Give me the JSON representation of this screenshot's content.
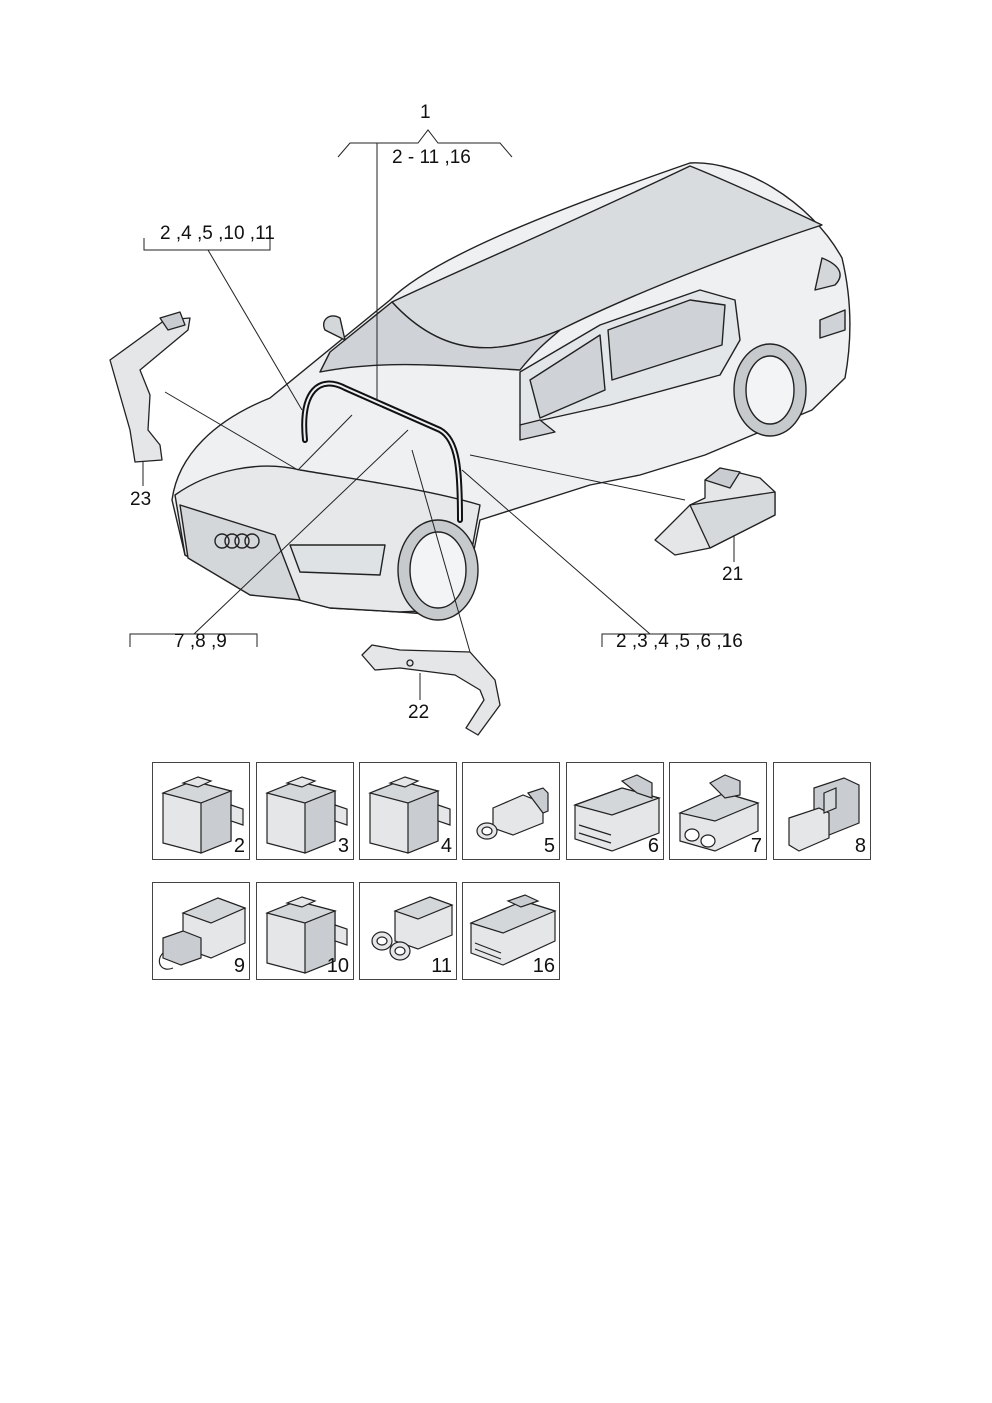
{
  "callouts": {
    "c1": "1",
    "c1_range": "2 - 11  ,16",
    "c_left": "2 ,4  ,5 ,10 ,11",
    "c23": "23",
    "c_789": "7 ,8 ,9",
    "c22": "22",
    "c21": "21",
    "c_right": "2 ,3 ,4  ,5 ,6 ,16"
  },
  "thumbnails": [
    "2",
    "3",
    "4",
    "5",
    "6",
    "7",
    "8",
    "9",
    "10",
    "11",
    "16"
  ],
  "colors": {
    "line": "#1a1a1a",
    "part_fill": "#e4e6e8",
    "part_shade": "#c9ccd0",
    "body_fill": "#eef0f2",
    "glass": "#cfd3d7"
  }
}
